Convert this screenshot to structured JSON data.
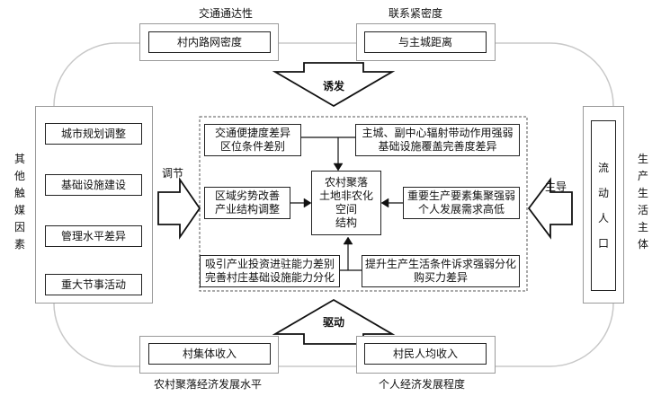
{
  "top": {
    "left_title": "交通通达性",
    "left_box": "村内路网密度",
    "right_title": "联系紧密度",
    "right_box": "与主城距离",
    "arrow_label": "诱发"
  },
  "bottom": {
    "left_box": "村集体收入",
    "left_title": "农村聚落经济发展水平",
    "right_box": "村民人均收入",
    "right_title": "个人经济发展程度",
    "arrow_label": "驱动"
  },
  "left": {
    "title": "其他触媒因素",
    "items": [
      "城市规划调整",
      "基础设施建设",
      "管理水平差异",
      "重大节事活动"
    ],
    "arrow_label": "调节"
  },
  "right": {
    "title": "生产生活主体",
    "box": "流动人口",
    "arrow_label": "主导"
  },
  "center": {
    "core": [
      "农村聚落",
      "土地非农化",
      "空间",
      "结构"
    ],
    "top_left": [
      "交通便捷度差异",
      "区位条件差别"
    ],
    "top_right": [
      "主城、副中心辐射带动作用强弱",
      "基础设施覆盖完善度差异"
    ],
    "mid_left": [
      "区域劣势改善",
      "产业结构调整"
    ],
    "mid_right": [
      "重要生产要素集聚强弱",
      "个人发展需求高低"
    ],
    "bottom_left": [
      "吸引产业投资进驻能力差别",
      "完善村庄基础设施能力分化"
    ],
    "bottom_right": [
      "提升生产生活条件诉求强弱分化",
      "购买力差异"
    ]
  }
}
